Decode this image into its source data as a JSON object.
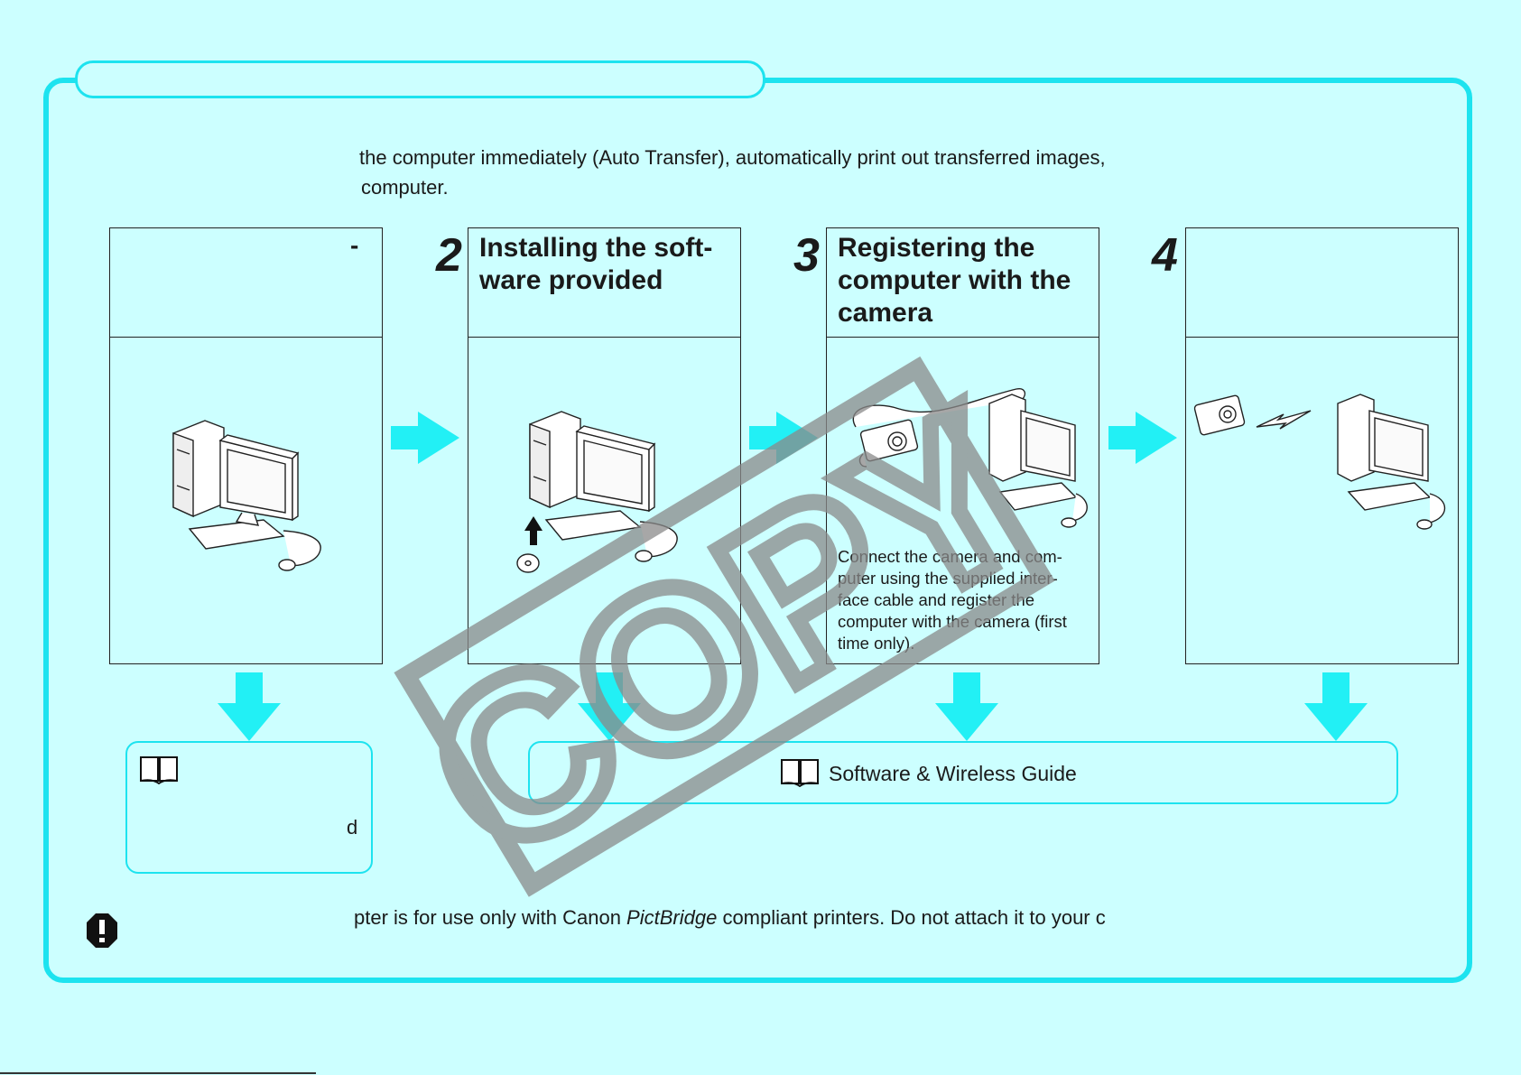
{
  "intro": {
    "line1": "the computer immediately (Auto Transfer), automatically print out transferred images,",
    "line2": "computer."
  },
  "steps": [
    {
      "number": "",
      "title": "-",
      "description": "",
      "illustration": "computer-icon"
    },
    {
      "number": "2",
      "title": "Installing the soft-\nware provided",
      "description": "",
      "illustration": "computer-with-cd-icon"
    },
    {
      "number": "3",
      "title": "Registering the\ncomputer with the\ncamera",
      "description": "Connect the camera and com-\nputer using the supplied inter-\nface cable and register the\ncomputer with the camera (first\ntime only).",
      "illustration": "camera-cable-computer-icon"
    },
    {
      "number": "4",
      "title": "",
      "description": "",
      "illustration": "camera-wireless-computer-icon"
    }
  ],
  "references": {
    "left_fragment": "d",
    "right_label": "Software & Wireless Guide"
  },
  "caution": {
    "before": "pter is for use only with Canon ",
    "italic": "PictBridge",
    "after": " compliant printers. Do not attach it to your c"
  },
  "watermark": {
    "text": "COPY"
  },
  "colors": {
    "background": "#ccffff",
    "accent": "#1de3ef",
    "arrow": "#22f0f5",
    "watermark": "#8a8a8a"
  }
}
